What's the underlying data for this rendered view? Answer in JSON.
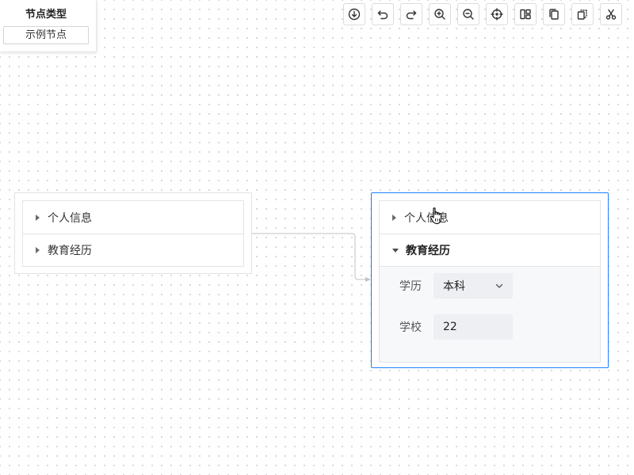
{
  "palette": {
    "title": "节点类型",
    "items": [
      {
        "label": "示例节点"
      }
    ]
  },
  "toolbar": {
    "buttons": [
      {
        "icon": "download-icon"
      },
      {
        "icon": "undo-icon"
      },
      {
        "icon": "redo-icon"
      },
      {
        "icon": "zoom-in-icon"
      },
      {
        "icon": "zoom-out-icon"
      },
      {
        "icon": "fit-center-icon"
      },
      {
        "icon": "layout-icon"
      },
      {
        "icon": "copy-icon"
      },
      {
        "icon": "paste-icon"
      },
      {
        "icon": "cut-icon"
      }
    ]
  },
  "nodes": {
    "left": {
      "panels": [
        {
          "label": "个人信息",
          "expanded": false
        },
        {
          "label": "教育经历",
          "expanded": false
        }
      ]
    },
    "right": {
      "selected": true,
      "panels": [
        {
          "label": "个人信息",
          "expanded": false
        },
        {
          "label": "教育经历",
          "expanded": true
        }
      ],
      "form": {
        "degree_label": "学历",
        "degree_value": "本科",
        "school_label": "学校",
        "school_value": "22"
      }
    }
  },
  "colors": {
    "selection_border": "#1e80ff",
    "edge": "#c2c2c2",
    "canvas_dot": "#d3d6db"
  }
}
